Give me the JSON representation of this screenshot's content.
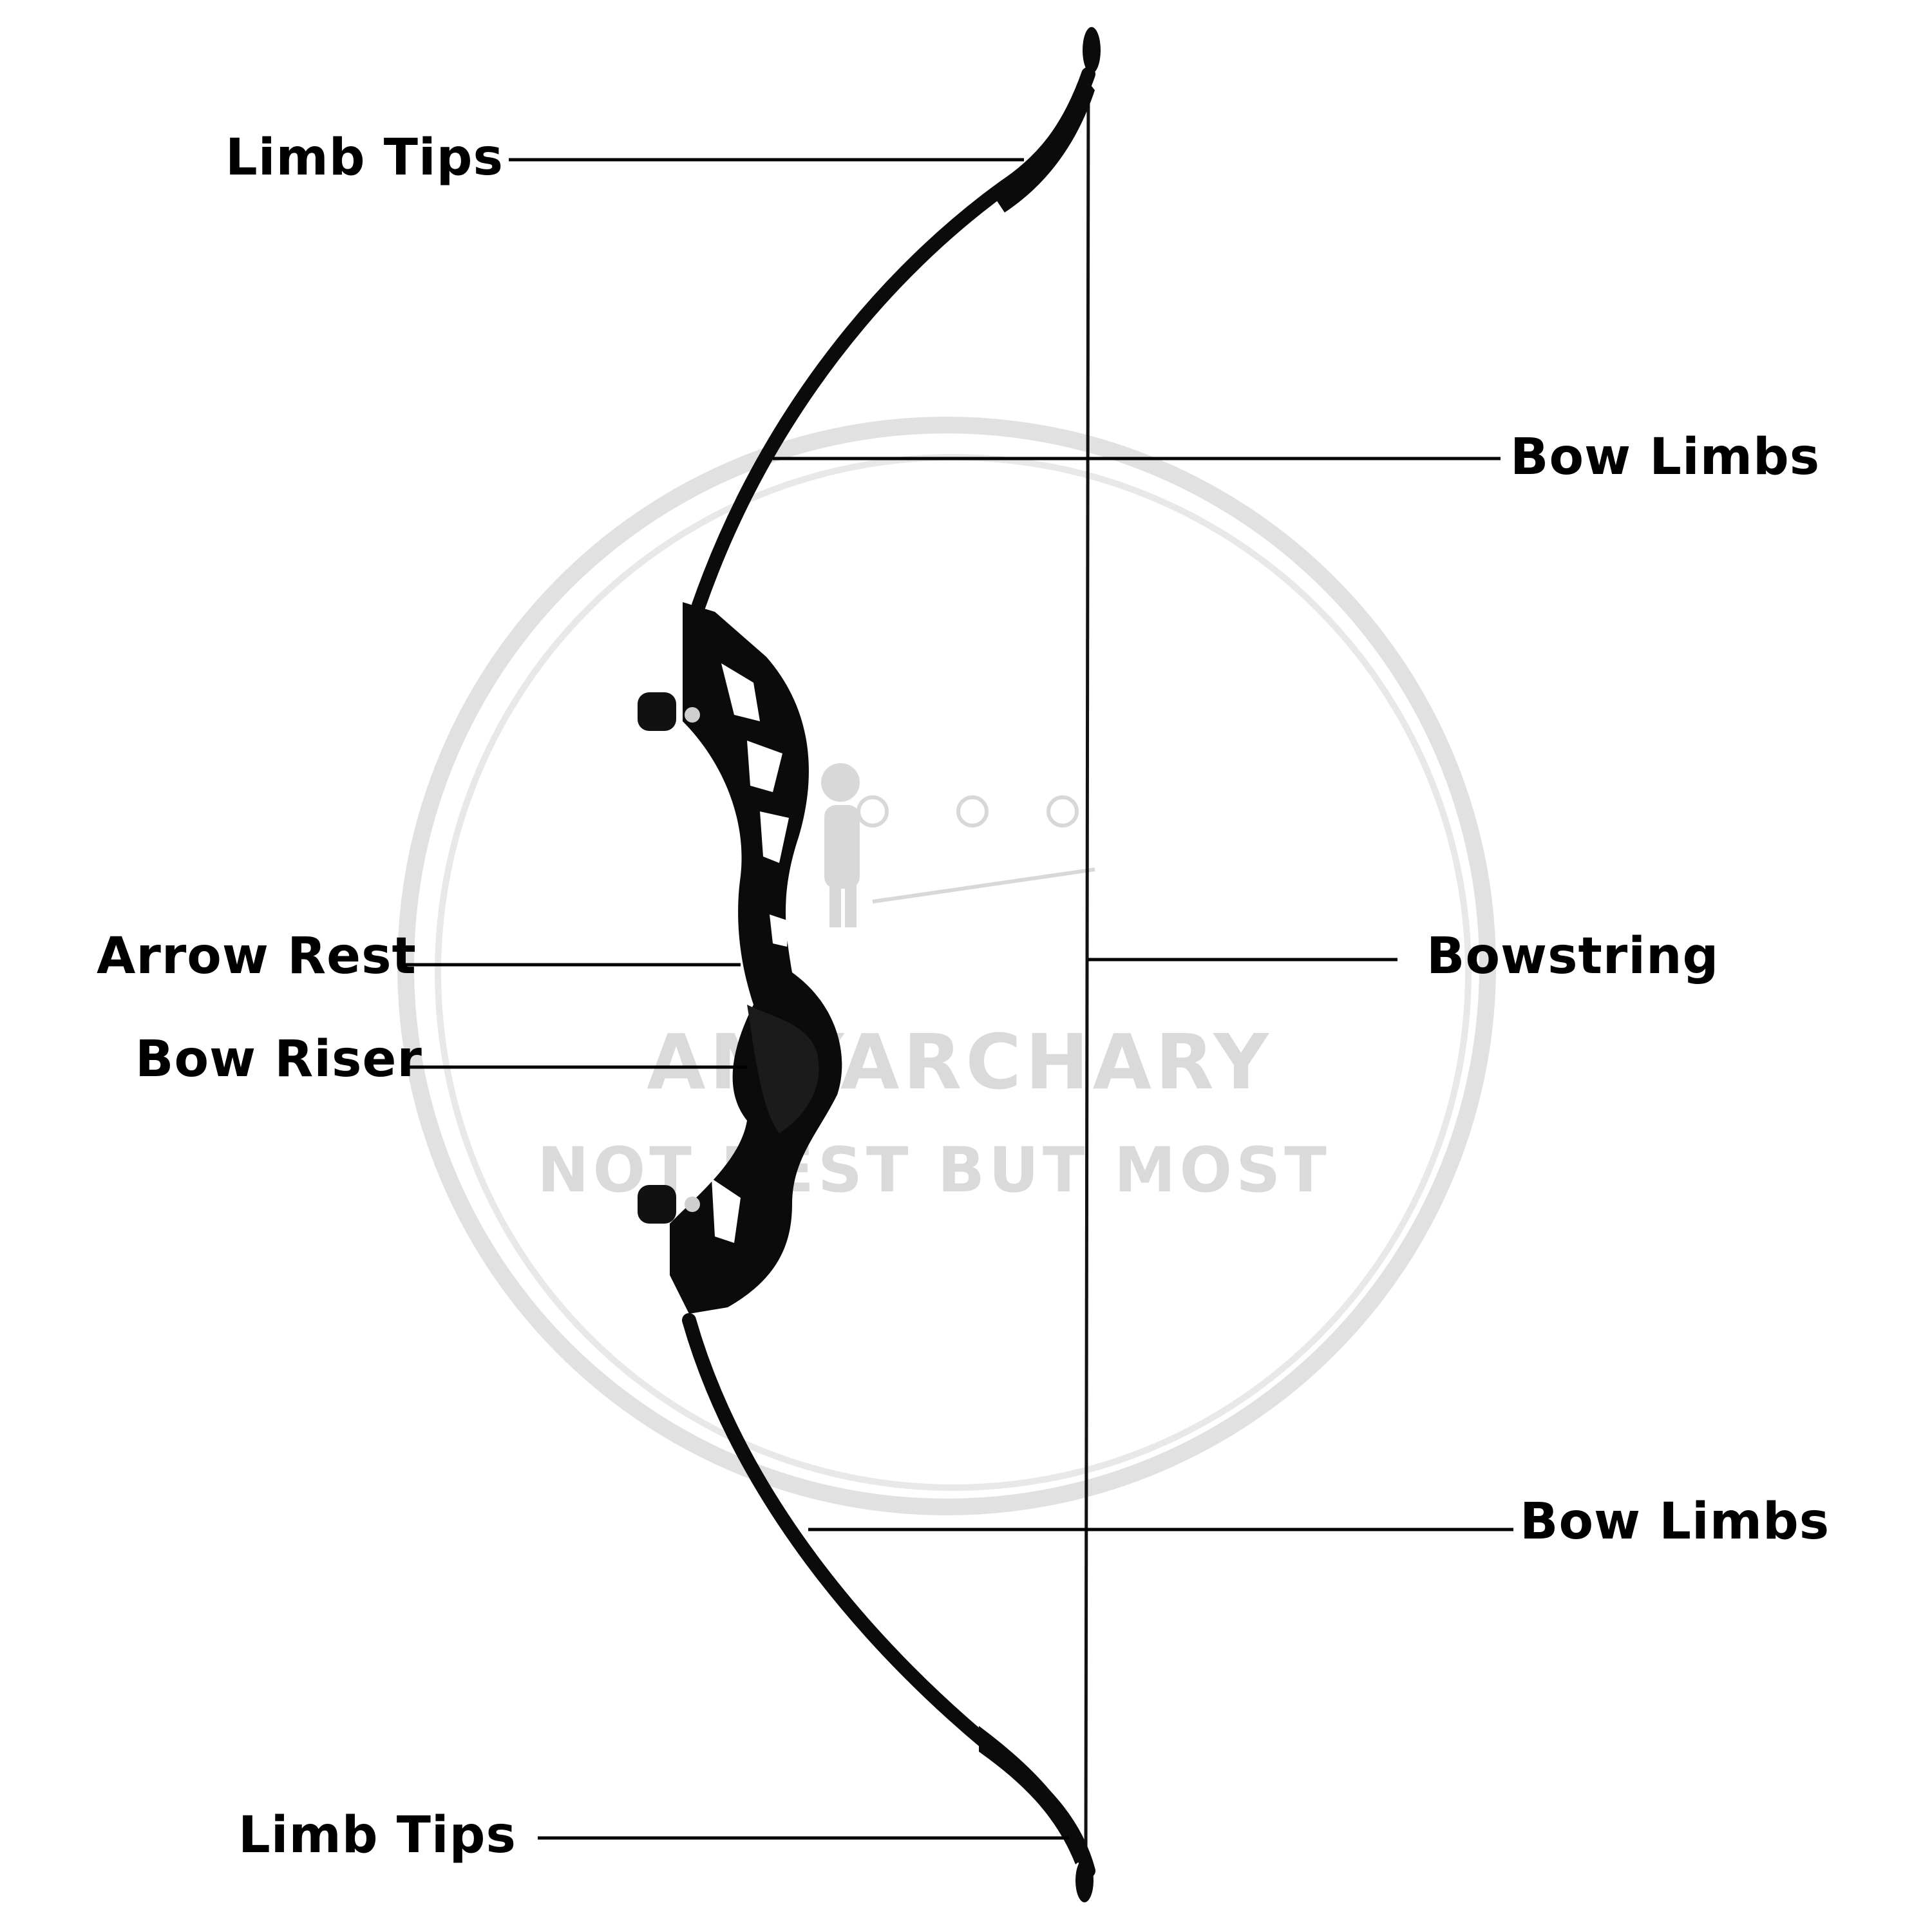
{
  "labels": {
    "limb_tips_top": "Limb Tips",
    "bow_limbs_top": "Bow Limbs",
    "arrow_rest": "Arrow Rest",
    "bow_riser": "Bow Riser",
    "bowstring": "Bowstring",
    "bow_limbs_bottom": "Bow Limbs",
    "limb_tips_bottom": "Limb Tips"
  },
  "watermark": {
    "brand": "AMYARCHARY",
    "tagline": "NOT BEST BUT MOST"
  },
  "colors": {
    "ink": "#000000",
    "bow": "#0b0b0b",
    "watermark": "#d8d8d8"
  }
}
